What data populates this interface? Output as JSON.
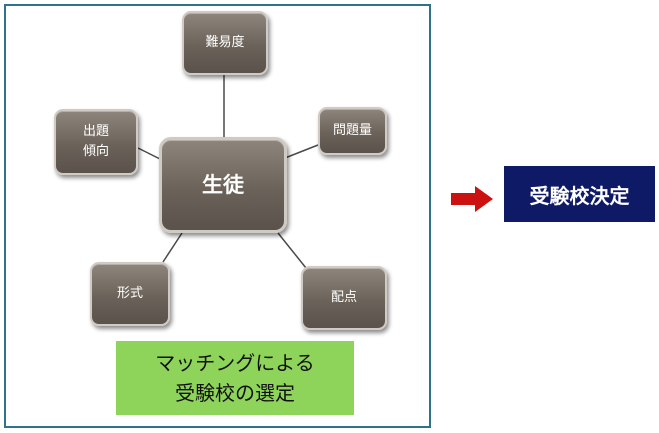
{
  "diagram": {
    "center": "生徒",
    "factors": [
      "難易度",
      "問題量",
      "出題\n傾向",
      "形式",
      "配点"
    ],
    "caption": "マッチングによる\n受験校の選定",
    "result": "受験校決定",
    "colors": {
      "frame_border": "#2e7388",
      "node_fill": "#6b625a",
      "connector": "#4a4a4a",
      "caption_fill": "#8fd45a",
      "arrow": "#cc1111",
      "result_fill": "#0e1a66"
    }
  }
}
